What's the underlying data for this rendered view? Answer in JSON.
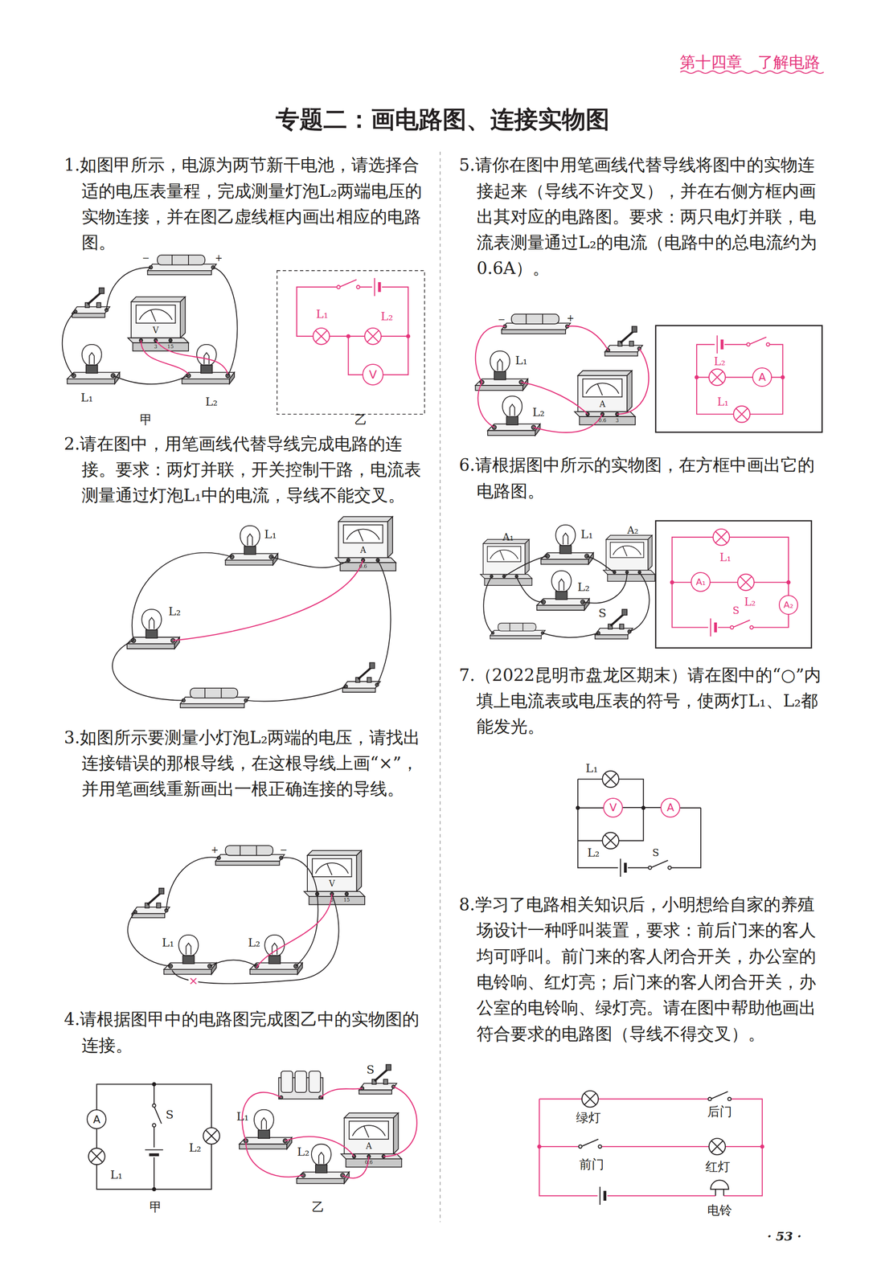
{
  "diagram": {
    "title": "专题二：画电路图、连接实物图",
    "nodes": [
      {
        "text": [
          "V"
        ]
      },
      {
        "text": [
          "A"
        ]
      },
      {
        "text": [
          "A"
        ]
      },
      {
        "text": [
          "A₁"
        ]
      },
      {
        "text": [
          "A₂"
        ]
      },
      {
        "text": [
          "V"
        ]
      },
      {
        "text": [
          "A"
        ]
      }
    ],
    "edges": [
      {
        "from": 5,
        "to": 6,
        "arrow": "none"
      }
    ],
    "labels": [
      "第十四章　了解电路",
      "1.如图甲所示，电源为两节新干电池，请选择合适的电压表量程，完成测量灯泡L₂两端电压的实物连接，并在图乙虚线框内画出相应的电路图。",
      "−",
      "+",
      "V",
      "3",
      "15",
      "L₁",
      "L₂",
      "L₁",
      "L₂",
      "甲",
      "乙",
      "2.请在图中，用笔画线代替导线完成电路的连接。要求：两灯并联，开关控制干路，电流表测量通过灯泡L₁中的电流，导线不能交叉。",
      "L₁",
      "L₂",
      "A",
      "0.6",
      "3.如图所示要测量小灯泡L₂两端的电压，请找出连接错误的那根导线，在这根导线上画“×”，并用笔画线重新画出一根正确连接的导线。",
      "+",
      "−",
      "V",
      "3",
      "15",
      "L₁",
      "L₂",
      "×",
      "4.请根据图甲中的电路图完成图乙中的实物图的连接。",
      "S",
      "L₁",
      "L₂",
      "S",
      "L₁",
      "A",
      "0.6",
      "L₂",
      "甲",
      "乙",
      "5.请你在图中用笔画线代替导线将图中的实物连接起来（导线不许交叉），并在右侧方框内画出其对应的电路图。要求：两只电灯并联，电流表测量通过L₂的电流（电路中的总电流约为0.6A）。",
      "−",
      "+",
      "L₁",
      "A",
      "0.6",
      "3",
      "L₂",
      "L₂",
      "L₁",
      "6.请根据图中所示的实物图，在方框中画出它的电路图。",
      "A₁",
      "L₁",
      "A₂",
      "L₂",
      "S",
      "L₁",
      "L₂",
      "S",
      "7.（2022昆明市盘龙区期末）请在图中的“○”内填上电流表或电压表的符号，使两灯L₁、L₂都能发光。",
      "L₁",
      "L₂",
      "S",
      "8.学习了电路相关知识后，小明想给自家的养殖场设计一种呼叫装置，要求：前后门来的客人均可呼叫。前门来的客人闭合开关，办公室的电铃响、红灯亮；后门来的客人闭合开关，办公室的电铃响、绿灯亮。请在图中帮助他画出符合要求的电路图（导线不得交叉）。",
      "绿灯",
      "后门",
      "前门",
      "红灯",
      "电铃",
      "· 53 ·"
    ]
  }
}
